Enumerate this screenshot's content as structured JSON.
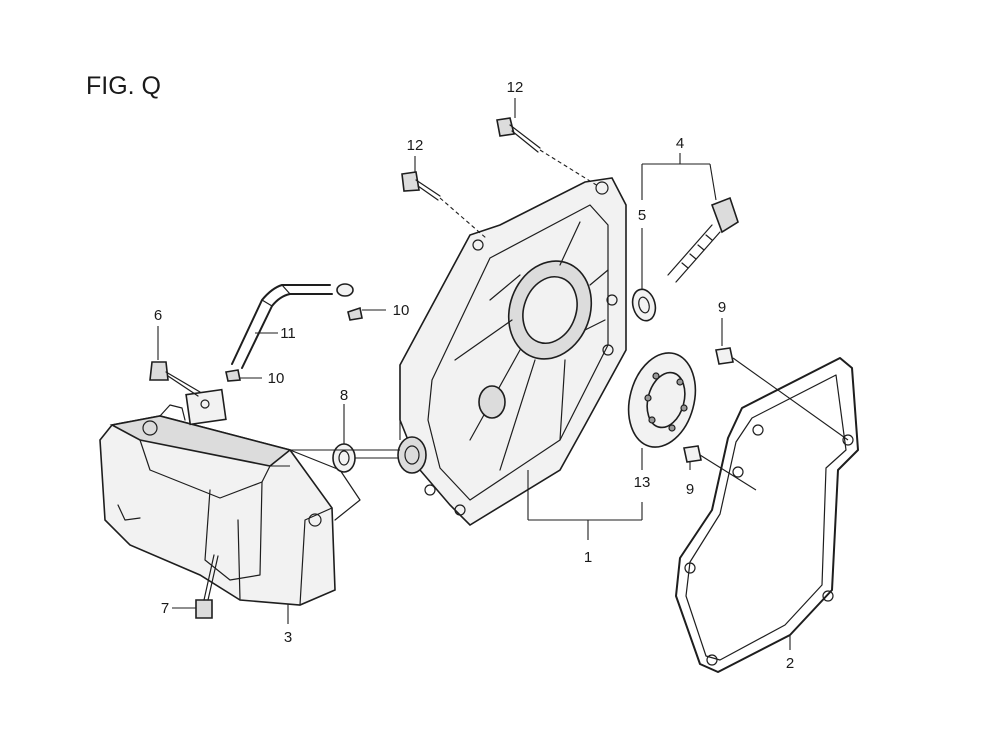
{
  "figure": {
    "title": "FIG. Q"
  },
  "callouts": {
    "c1": "1",
    "c2": "2",
    "c3": "3",
    "c4": "4",
    "c5": "5",
    "c6": "6",
    "c7": "7",
    "c8": "8",
    "c9a": "9",
    "c9b": "9",
    "c10a": "10",
    "c10b": "10",
    "c11": "11",
    "c12a": "12",
    "c12b": "12",
    "c13": "13"
  }
}
